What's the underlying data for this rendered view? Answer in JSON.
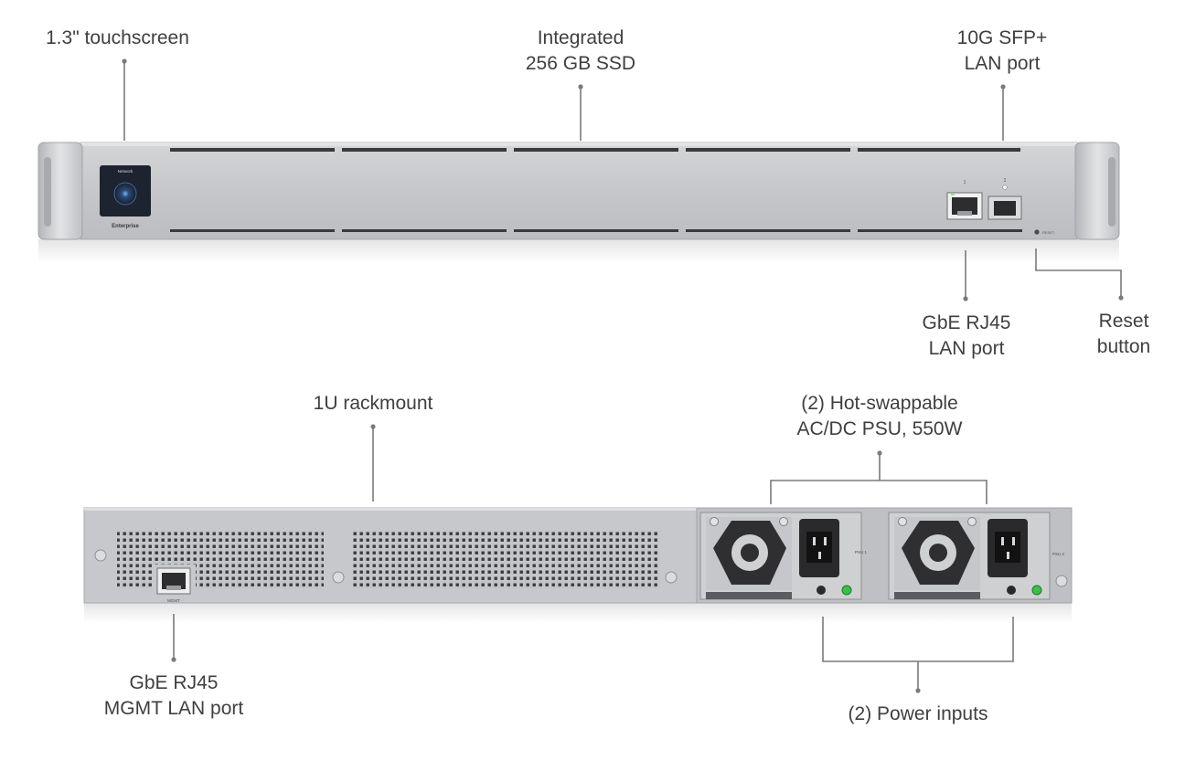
{
  "callouts": {
    "touchscreen": "1.3\" touchscreen",
    "ssd": [
      "Integrated",
      "256 GB SSD"
    ],
    "sfp": [
      "10G SFP+",
      "LAN port"
    ],
    "gbe_lan": [
      "GbE RJ45",
      "LAN port"
    ],
    "reset": [
      "Reset",
      "button"
    ],
    "rackmount": "1U rackmount",
    "psu": [
      "(2) Hot-swappable",
      "AC/DC PSU, 550W"
    ],
    "mgmt": [
      "GbE RJ45",
      "MGMT LAN port"
    ],
    "power_inputs": "(2) Power inputs"
  },
  "device_labels": {
    "screen_title": "Network",
    "brand": "Enterprise",
    "port_1": "1",
    "port_2": "2",
    "reset_label": "RESET",
    "mgmt_label": "MGMT",
    "psu_1": "PSU 1",
    "psu_2": "PSU 2"
  },
  "colors": {
    "chassis": "#c9cacc",
    "chassis_dark": "#b8b9bc",
    "vent": "#3a3a3a",
    "leader_line": "#7a7a7a",
    "screen": "#1d2430",
    "screen_glow": "#4da3ff",
    "led_green": "#3fc24a"
  }
}
